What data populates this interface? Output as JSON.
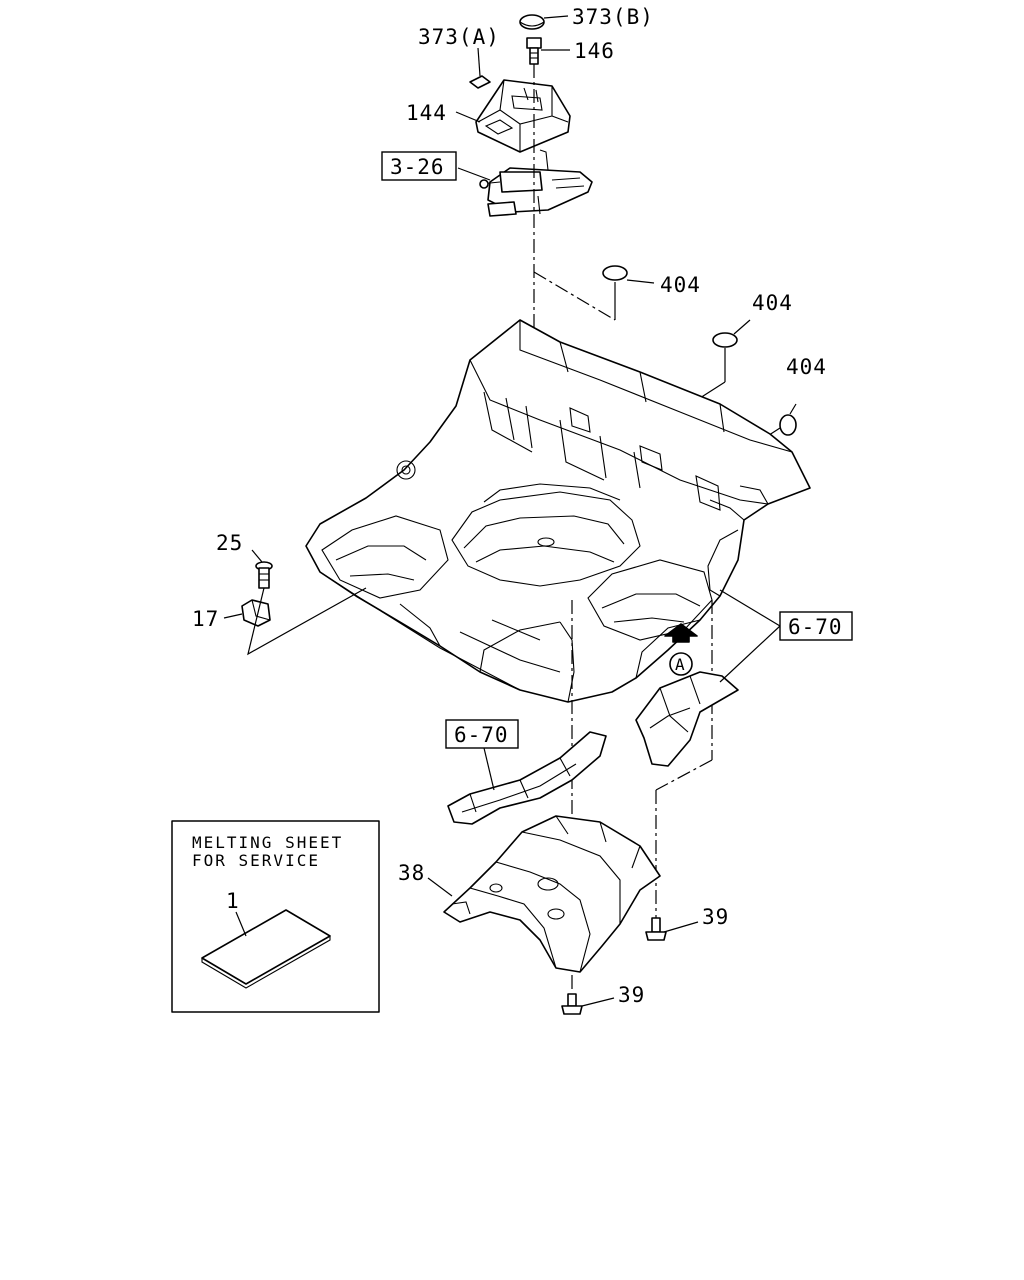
{
  "callouts": {
    "c373b": "373(B)",
    "c373a": "373(A)",
    "c146": "146",
    "c144": "144",
    "ref326": "3-26",
    "c404a": "404",
    "c404b": "404",
    "c404c": "404",
    "c25": "25",
    "c17": "17",
    "ref670a": "6-70",
    "ref670b": "6-70",
    "viewA": "A",
    "c38": "38",
    "c39a": "39",
    "c39b": "39",
    "c1": "1"
  },
  "inset": {
    "line1": "MELTING SHEET",
    "line2": "FOR SERVICE"
  }
}
